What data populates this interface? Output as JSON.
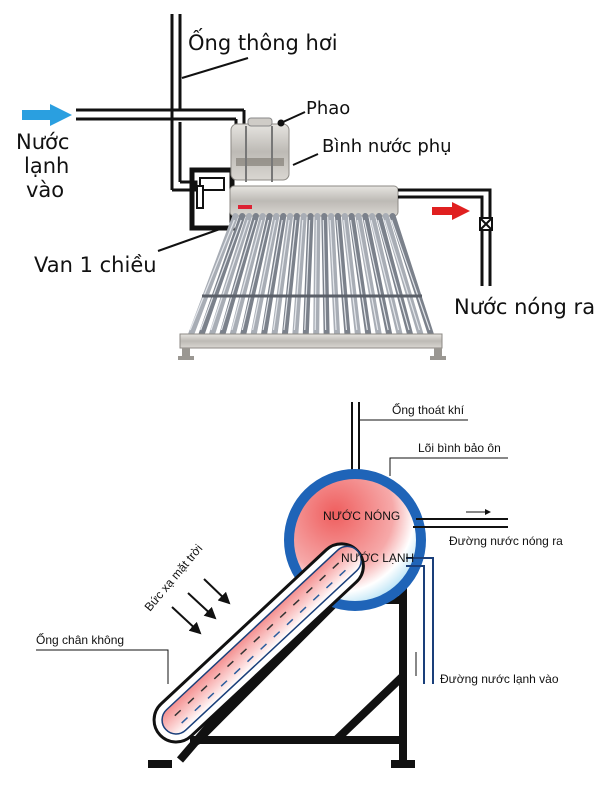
{
  "top_diagram": {
    "labels": {
      "vent_pipe": "Ống thông hơi",
      "float": "Phao",
      "aux_tank": "Bình nước phụ",
      "cold_in_line1": "Nước",
      "cold_in_line2": "lạnh",
      "cold_in_line3": "vào",
      "check_valve": "Van 1 chiều",
      "hot_out": "Nước nóng ra"
    },
    "colors": {
      "cold_arrow": "#2a9fe0",
      "hot_arrow": "#e02020",
      "pipe": "#111111",
      "steel": "#c8c6c2"
    },
    "tube_count": 24
  },
  "bottom_diagram": {
    "labels": {
      "air_vent": "Ống thoát khí",
      "tank_core": "Lõi bình bảo ôn",
      "hot_water": "NƯỚC NÓNG",
      "cold_water": "NƯỚC LẠNH",
      "hot_out_line": "Đường nước nóng ra",
      "cold_in_line": "Đường nước lạnh vào",
      "solar_radiation": "Bức xạ mặt trời",
      "vacuum_tube": "Ống chân không"
    },
    "colors": {
      "tank_border": "#1f64b8",
      "hot": "#ef6b6b",
      "cold": "#9fd8f2",
      "frame": "#111111"
    }
  }
}
